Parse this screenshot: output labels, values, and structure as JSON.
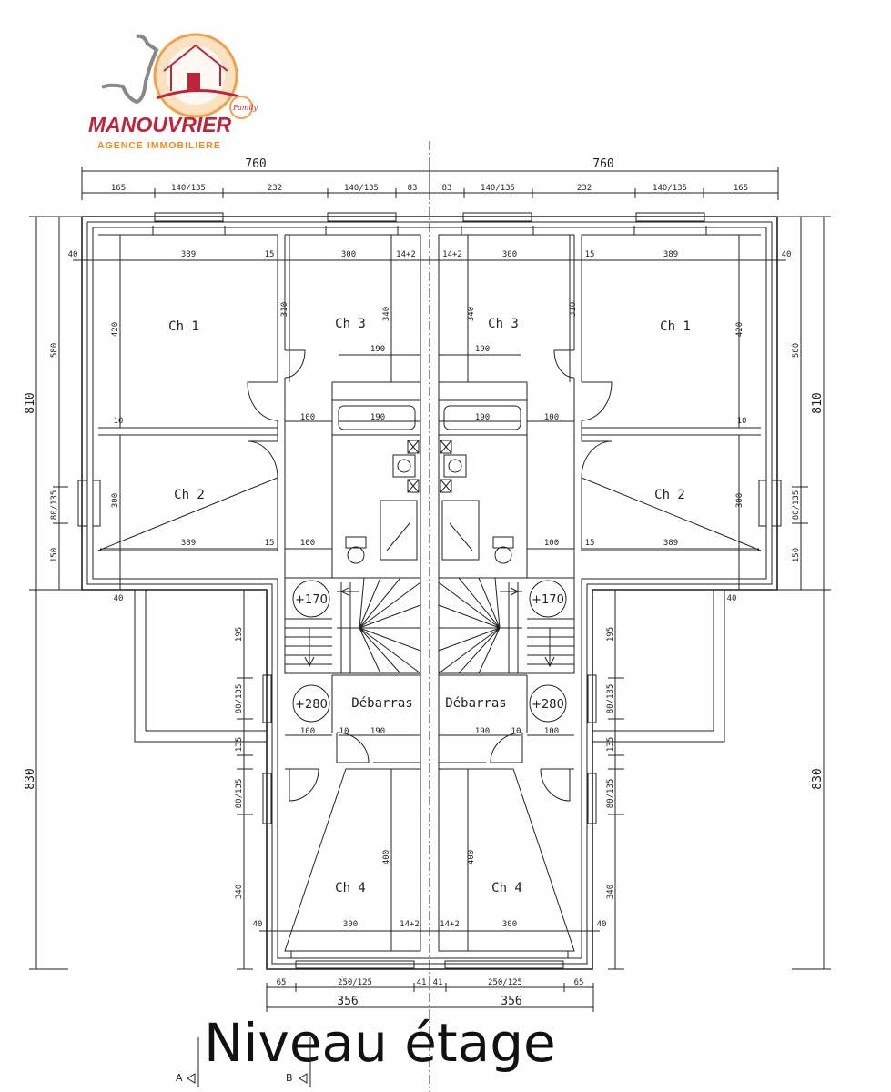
{
  "title": "Niveau étage",
  "logo": {
    "brand": "MANOUVRIER",
    "tagline": "AGENCE IMMOBILIERE",
    "script": "Family",
    "colors": {
      "red": "#c0243a",
      "orange": "#f08a1c"
    }
  },
  "rooms": {
    "ch1": "Ch 1",
    "ch2": "Ch 2",
    "ch3": "Ch 3",
    "ch4": "Ch 4",
    "debarras": "Débarras"
  },
  "levels": {
    "first": "+170",
    "second": "+280"
  },
  "section_marks": {
    "a": "A",
    "b": "B"
  },
  "dims": {
    "width_total": "760",
    "d165": "165",
    "d140_135": "140/135",
    "d232": "232",
    "d83": "83",
    "d40": "40",
    "d389": "389",
    "d15": "15",
    "d300": "300",
    "d14_2": "14+2",
    "d420": "420",
    "d310": "310",
    "d340v": "340",
    "d190": "190",
    "d10": "10",
    "d100": "100",
    "d580": "580",
    "d810": "810",
    "d80_135": "80/135",
    "d150": "150",
    "d830": "830",
    "d195": "195",
    "d135": "135",
    "d340": "340",
    "d400": "400",
    "d65": "65",
    "d250_125": "250/125",
    "d41": "41",
    "d356": "356"
  }
}
